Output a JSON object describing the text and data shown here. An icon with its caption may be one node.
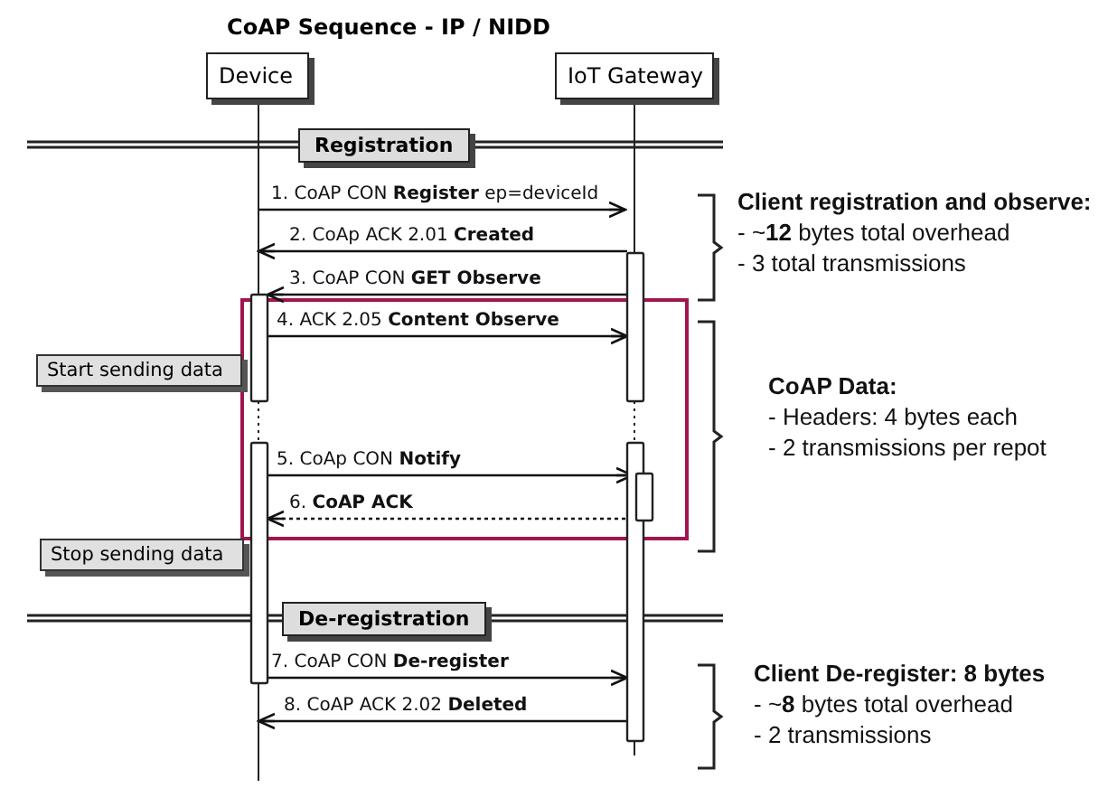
{
  "diagram": {
    "title": "CoAP Sequence - IP / NIDD",
    "nodes": [
      {
        "text": [
          "Device"
        ]
      },
      {
        "text": [
          "IoT Gateway"
        ]
      }
    ],
    "edges": [
      {
        "from": 0,
        "to": 1,
        "arrow": "to",
        "label": "1. CoAP CON **Register** ep=deviceId"
      },
      {
        "from": 1,
        "to": 0,
        "arrow": "to",
        "label": "2. CoAp ACK 2.01 **Created**"
      },
      {
        "from": 1,
        "to": 0,
        "arrow": "to",
        "label": "3. CoAP CON **GET Observe**"
      },
      {
        "from": 0,
        "to": 1,
        "arrow": "to",
        "label": "4. ACK 2.05 **Content Observe**"
      },
      {
        "from": 0,
        "to": 1,
        "arrow": "to",
        "label": "5. CoAp CON **Notify**"
      },
      {
        "from": 1,
        "to": 0,
        "arrow": "to",
        "label": "6. **CoAP ACK**",
        "style": "dashed"
      },
      {
        "from": 0,
        "to": 1,
        "arrow": "to",
        "label": "7. CoAP CON **De-register**"
      },
      {
        "from": 1,
        "to": 0,
        "arrow": "to",
        "label": "8. CoAP ACK 2.02 **Deleted**"
      }
    ],
    "labels": [
      "Registration",
      "Client registration and observe:",
      "- ~**12** bytes total overhead",
      "- 3 total transmissions",
      "Start sending data",
      "CoAP Data:",
      "- Headers: 4 bytes each",
      "- 2 transmissions per repot",
      "Stop sending data",
      "De-registration",
      "Client De-register: 8 bytes",
      "- ~**8** bytes total overhead",
      "- 2 transmissions"
    ]
  }
}
